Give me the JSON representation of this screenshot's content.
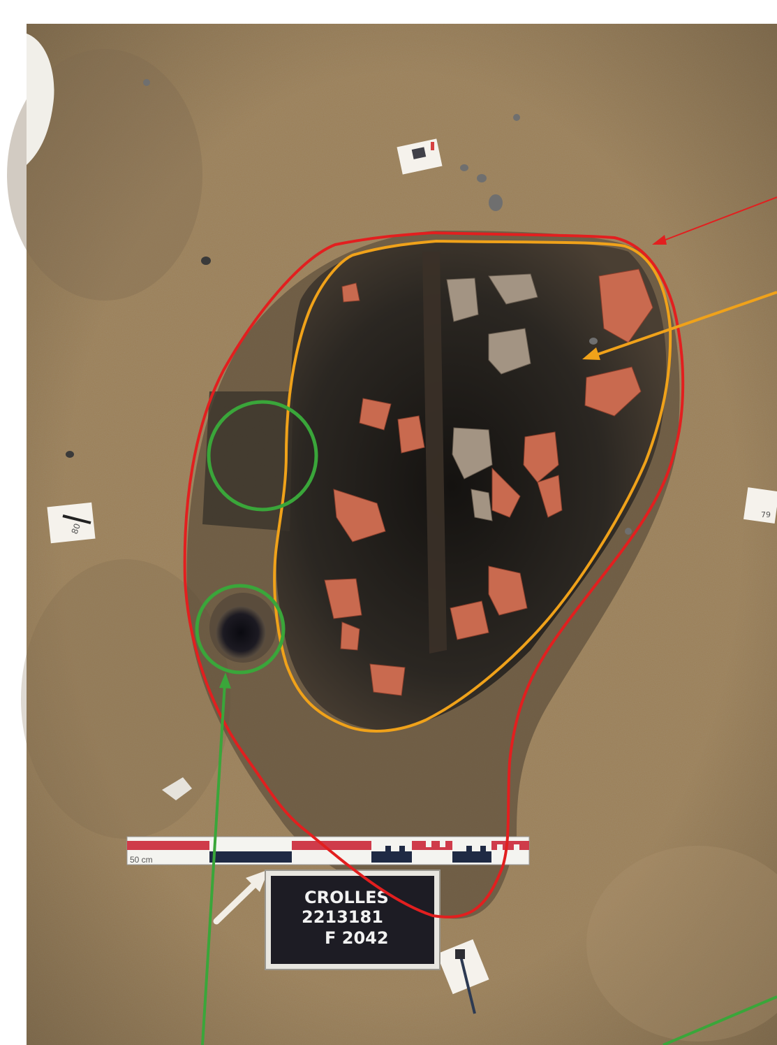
{
  "photo": {
    "scale_bar_label": "50 cm",
    "board": {
      "line1": "CROLLES",
      "line2": "2213181",
      "line3": "F 2042"
    },
    "tags": {
      "left": "80",
      "right": "79"
    }
  },
  "colors": {
    "ground": "#9c7f55",
    "fill_dark": "#262320",
    "ceramic": "#c96a4f",
    "annotation_red": "#e21f1f",
    "annotation_orange": "#f0a21a",
    "annotation_green": "#3aa63a"
  }
}
